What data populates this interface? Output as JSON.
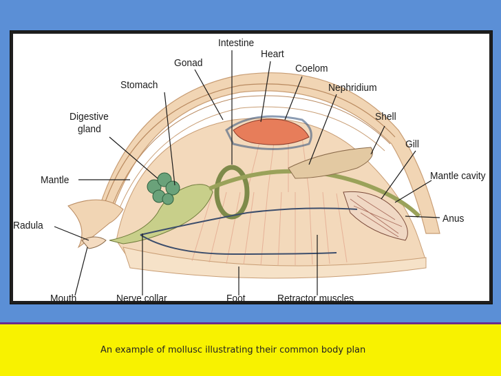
{
  "labels": {
    "intestine": "Intestine",
    "heart": "Heart",
    "gonad": "Gonad",
    "coelom": "Coelom",
    "stomach": "Stomach",
    "nephridium": "Nephridium",
    "digestive_gland_1": "Digestive",
    "digestive_gland_2": "gland",
    "shell": "Shell",
    "gill": "Gill",
    "mantle": "Mantle",
    "mantle_cavity": "Mantle cavity",
    "radula": "Radula",
    "anus": "Anus",
    "mouth": "Mouth",
    "nerve_collar": "Nerve collar",
    "foot": "Foot",
    "retractor_muscles": "Retractor muscles"
  },
  "caption": "An example of mollusc illustrating their common body plan",
  "colors": {
    "background": "#5b8fd6",
    "caption_bg": "#f8f200",
    "caption_border": "#6b2c8f",
    "body": "#f3d9bb",
    "shell": "#e8c7a2",
    "muscle": "#e9b7a0",
    "digestive": "#b7c07a",
    "gland": "#6aa27a",
    "heart": "#e77d5a",
    "nerve": "#3c4d6b"
  }
}
